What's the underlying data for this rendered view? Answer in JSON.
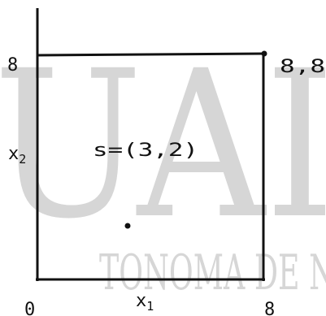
{
  "watermark": {
    "top": "UAI",
    "bottom": "TONOMA DE N"
  },
  "diagram": {
    "origin_label": "0",
    "x_axis_label": "x",
    "x_axis_subscript": "1",
    "y_axis_label": "x",
    "y_axis_subscript": "2",
    "x_tick_label": "8",
    "y_tick_label": "8",
    "corner_label": "8,8",
    "point_label": "s=(3,2)"
  },
  "chart_data": {
    "type": "scatter",
    "xlim": [
      0,
      8
    ],
    "ylim": [
      0,
      8
    ],
    "points": [
      {
        "x": 3,
        "y": 2,
        "label": "s=(3,2)"
      },
      {
        "x": 8,
        "y": 8,
        "label": "8,8"
      }
    ],
    "region": {
      "x": [
        0,
        8
      ],
      "y": [
        0,
        8
      ]
    }
  },
  "colors": {
    "ink": "#111111",
    "watermark": "#d6d6d6"
  }
}
